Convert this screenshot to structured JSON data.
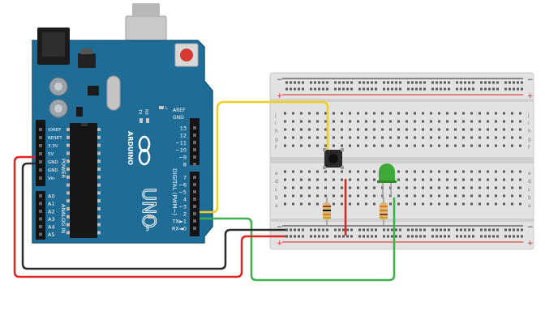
{
  "board": {
    "logo_text": "ARDUINO",
    "model_text": "UNO",
    "on_label": "ON",
    "tx_label": "TX",
    "rx_label": "RX",
    "l_label": "L",
    "digital_label": "DIGITAL (PWM~)",
    "power_label": "POWER",
    "analog_label": "ANALOG IN",
    "aref_label": "AREF",
    "gnd_label": "GND",
    "digital_pins": [
      "13",
      "12",
      "~11",
      "~10",
      "~9",
      "8",
      "7",
      "~6",
      "~5",
      "4",
      "~3",
      "2",
      "TX►1",
      "RX◄0"
    ],
    "power_pins": [
      "IOREF",
      "RESET",
      "3.3V",
      "5V",
      "GND",
      "GND",
      "Vin"
    ],
    "analog_pins": [
      "A0",
      "A1",
      "A2",
      "A3",
      "A4",
      "A5"
    ]
  },
  "breadboard": {
    "plus_sign": "+",
    "minus_sign": "−",
    "row_letters_top": [
      "j",
      "i",
      "h",
      "g",
      "f"
    ],
    "row_letters_bottom": [
      "e",
      "d",
      "c",
      "b",
      "a"
    ]
  },
  "colors": {
    "board": "#1f6c97",
    "board_dark": "#17567a",
    "wire_yellow": "#f2d022",
    "wire_green": "#3bb34a",
    "wire_black": "#2b2b2b",
    "wire_red": "#e0241f",
    "led_green": "#3ea83a",
    "breadboard": "#dfdfdf"
  }
}
